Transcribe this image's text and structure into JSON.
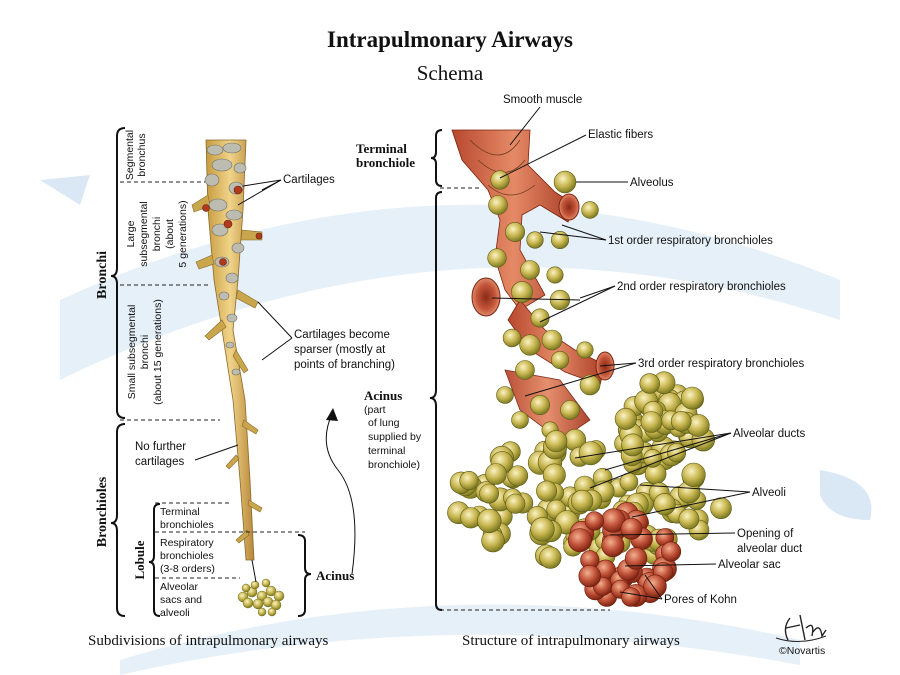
{
  "title": "Intrapulmonary Airways",
  "subtitle": "Schema",
  "left": {
    "caption": "Subdivisions of intrapulmonary airways",
    "group_bronchi": "Bronchi",
    "group_bronchioles": "Bronchioles",
    "group_lobule": "Lobule",
    "seg_line1": "Segmental",
    "seg_line2": "bronchus",
    "large_line1": "Large",
    "large_line2": "subsegmental",
    "large_line3": "bronchi",
    "large_line4": "(about",
    "large_line5": "5 generations)",
    "small_line1": "Small subsegmental",
    "small_line2": "bronchi",
    "small_line3": "(about 15 generations)",
    "cartilages": "Cartilages",
    "sparser_line1": "Cartilages become",
    "sparser_line2": "sparser (mostly at",
    "sparser_line3": "points of branching)",
    "nofurther_line1": "No further",
    "nofurther_line2": "cartilages",
    "term_line1": "Terminal",
    "term_line2": "bronchioles",
    "resp_line1": "Respiratory",
    "resp_line2": "bronchioles",
    "resp_line3": "(3-8 orders)",
    "sacs_line1": "Alveolar",
    "sacs_line2": "sacs and",
    "sacs_line3": "alveoli",
    "acinus": "Acinus"
  },
  "middle": {
    "acinus_title": "Acinus",
    "part_line1": "(part",
    "part_line2": "of lung",
    "part_line3": "supplied by",
    "part_line4": "terminal",
    "part_line5": "bronchiole)"
  },
  "right": {
    "caption": "Structure of intrapulmonary airways",
    "terminal_line1": "Terminal",
    "terminal_line2": "bronchiole",
    "smooth_muscle": "Smooth muscle",
    "elastic_fibers": "Elastic fibers",
    "alveolus": "Alveolus",
    "first_order": "1st order respiratory bronchioles",
    "second_order": "2nd order respiratory bronchioles",
    "third_order": "3rd order respiratory bronchioles",
    "alveolar_ducts": "Alveolar ducts",
    "alveoli": "Alveoli",
    "opening_line1": "Opening of",
    "opening_line2": "alveolar duct",
    "alveolar_sac": "Alveolar sac",
    "pores": "Pores of Kohn"
  },
  "signature": "F. Netter",
  "copyright": "©Novartis",
  "colors": {
    "cartilage": "#b9b9ad",
    "cartilage_red": "#b03a1e",
    "airway_tan": "#d9b35a",
    "bronchiole_red": "#c6543a",
    "alveolus_green": "#b5a23a",
    "alveolus_sac": "#b8432c",
    "watermark": "#d6e8f6"
  }
}
